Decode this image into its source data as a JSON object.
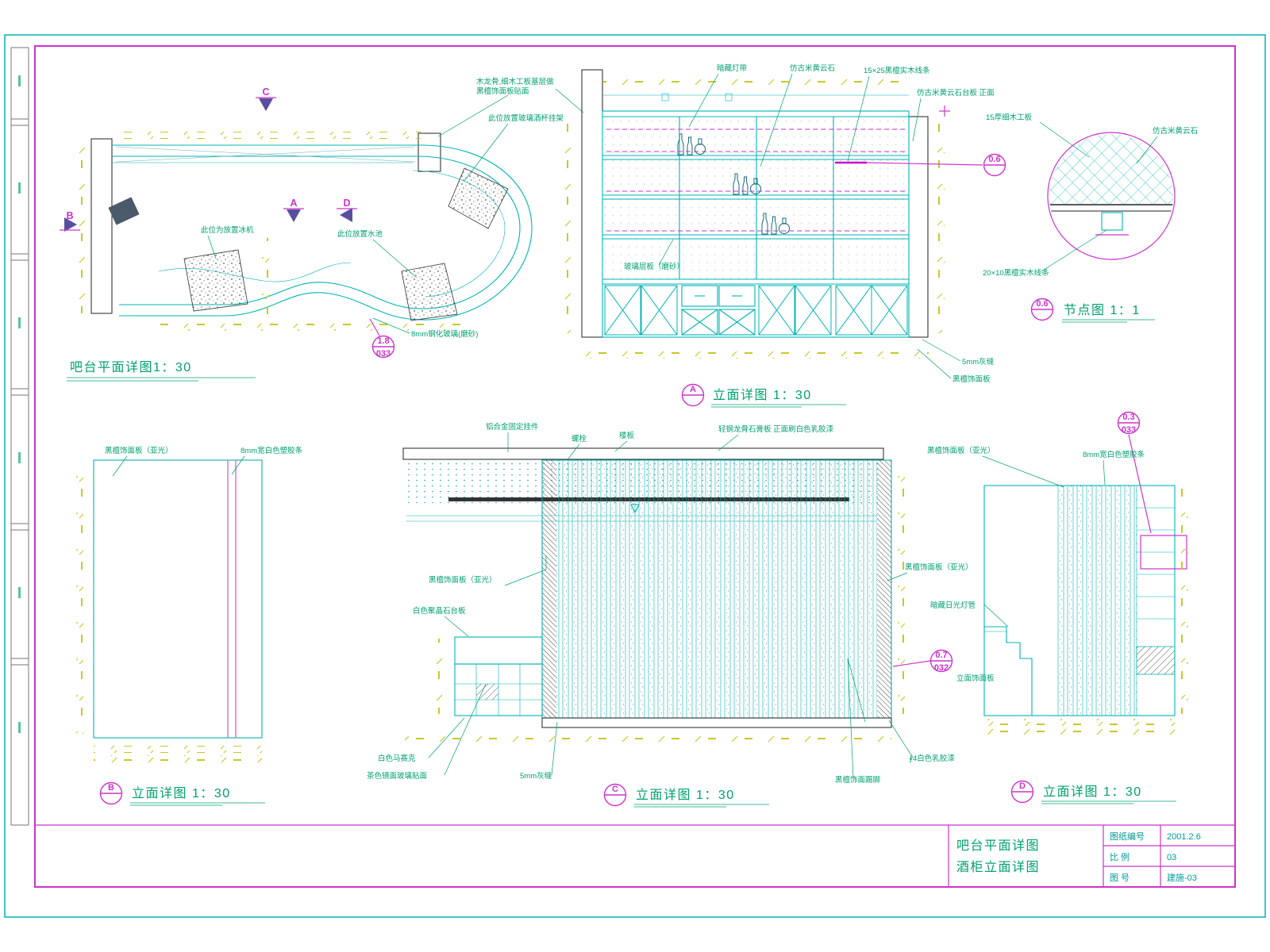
{
  "sheet": {
    "accent_magenta": "#cc33cc",
    "line_cyan": "#00b4b4",
    "text_green": "#00a070",
    "dim_yellow": "#c8c82a"
  },
  "plan": {
    "title": "吧台平面详图1：30",
    "ref": {
      "num": "1.8",
      "sheet": "033"
    },
    "markers": {
      "a": "A",
      "b": "B",
      "c": "C",
      "d": "D"
    },
    "labels": {
      "frame1": "木龙骨,细木工板基层做",
      "frame2": "黑檀饰面板贴面",
      "rack": "此位放置玻璃酒杯挂架",
      "ice": "此位为放置冰机",
      "sink": "此位放置水池",
      "glass": "8mm钢化玻璃(磨砂)"
    }
  },
  "elevA": {
    "marker": "A",
    "title": "立面详图 1：30",
    "node_ref": "0.6",
    "labels": {
      "light": "暗藏灯带",
      "marble": "仿古米黄云石",
      "wood_strip": "15×25黑檀实木线条",
      "counter": "仿古米黄云石台板 正面",
      "shelf": "玻璃层板（磨砂）",
      "joint": "5mm灰缝",
      "panel": "黑檀饰面板"
    }
  },
  "node": {
    "marker": "0.6",
    "title": "节点图 1：1",
    "labels": {
      "board": "15厚细木工板",
      "marble": "仿古米黄云石",
      "strip": "20×10黑檀实木线条"
    }
  },
  "elevB": {
    "marker": "B",
    "title": "立面详图 1：30",
    "labels": {
      "panel": "黑檀饰面板（亚光）",
      "strip": "8mm宽白色塑胶条"
    }
  },
  "elevC": {
    "marker": "C",
    "title": "立面详图 1：30",
    "ref": {
      "num": "0.7",
      "sheet": "032"
    },
    "labels": {
      "hanger": "铝合金固定挂件",
      "bolt": "螺栓",
      "slab": "楼板",
      "gypsum": "轻钢龙骨石膏板 正面刷白色乳胶漆",
      "panel_left": "黑檀饰面板（亚光）",
      "counter": "白色聚晶石台板",
      "panel_right": "黑檀饰面板（亚光）",
      "mosaic": "白色马赛克",
      "glass": "茶色镜面玻璃贴面",
      "joint": "5mm灰缝",
      "skirt": "黑檀饰面踢脚",
      "paint": "∮4白色乳胶漆",
      "ref_label": "立面饰面板"
    }
  },
  "elevD": {
    "marker": "D",
    "title": "立面详图 1：30",
    "ref": {
      "num": "0.3",
      "sheet": "033"
    },
    "labels": {
      "panel": "黑檀饰面板（亚光）",
      "strip": "8mm宽白色塑胶条",
      "lamp": "暗藏日光灯管"
    }
  },
  "titleblock": {
    "drawing_title1": "吧台平面详图",
    "drawing_title2": "酒柜立面详图",
    "fields": [
      {
        "label": "图纸编号",
        "value": "2001.2.6"
      },
      {
        "label": "比  例",
        "value": "03"
      },
      {
        "label": "图  号",
        "value": "建施-03"
      }
    ]
  }
}
